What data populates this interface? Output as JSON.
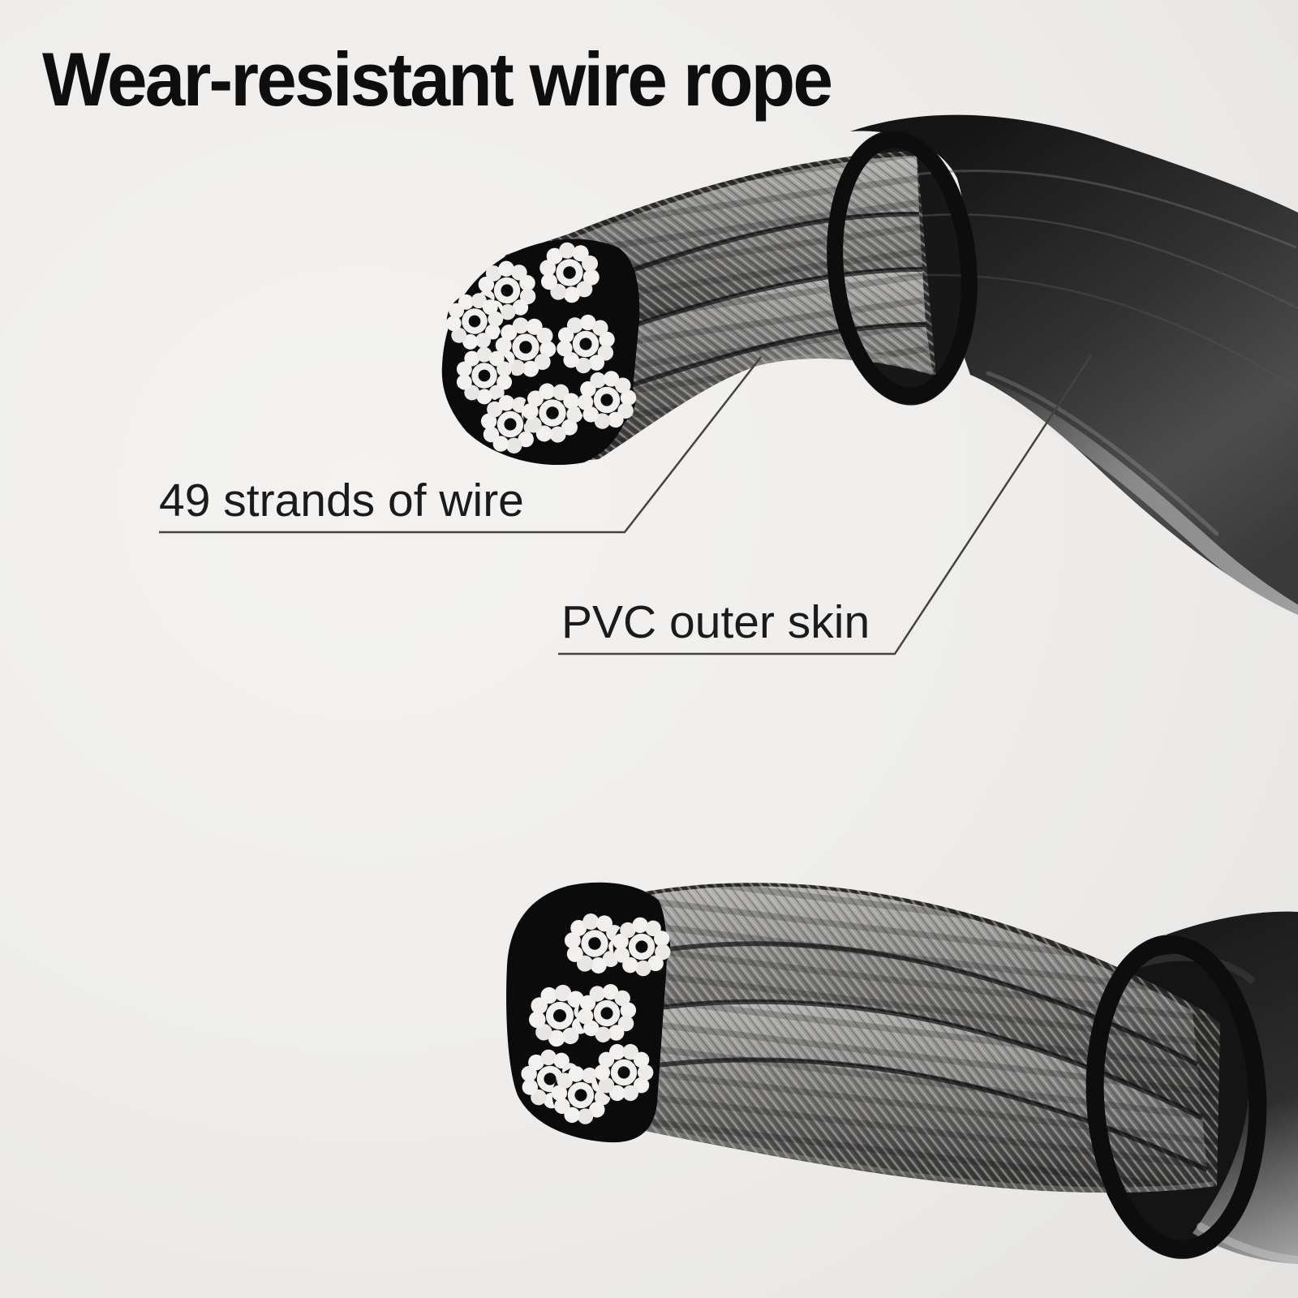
{
  "page": {
    "title": "Wear-resistant wire rope"
  },
  "callouts": [
    {
      "label": "49 strands of wire"
    },
    {
      "label": "PVC outer skin"
    }
  ],
  "illustration": {
    "subject": "wire-rope-cutaway",
    "strand_count_label": "49",
    "colors": {
      "background": "#efeeec",
      "title_text": "#0e0e0e",
      "label_text": "#1b1b1b",
      "callout_line": "#46433d",
      "pvc_sheath_dark": "#161616",
      "pvc_sheath_gloss": "#cfcfcf",
      "wire_light": "#c9c8c6",
      "wire_dark": "#1a1a1a",
      "strand_face_white": "#f2f1ef",
      "strand_face_black": "#0b0b0b"
    }
  }
}
